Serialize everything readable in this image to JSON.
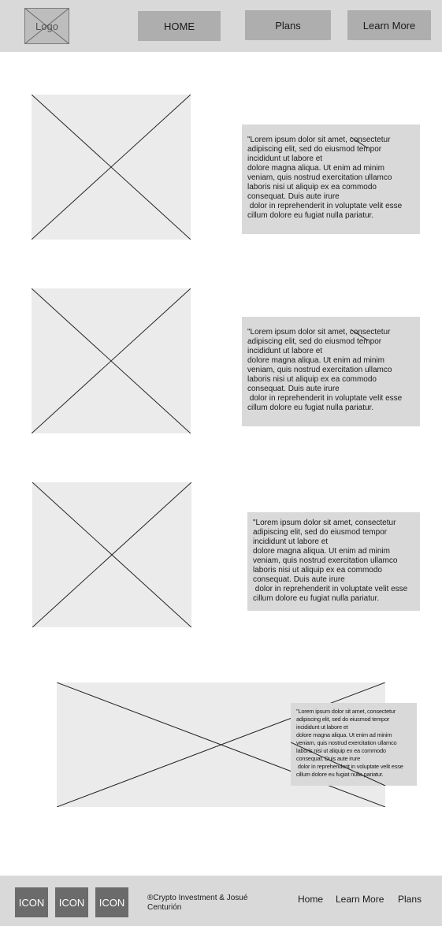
{
  "header": {
    "logo_text": "Logo",
    "nav": {
      "home": "HOME",
      "plans": "Plans",
      "learn_more": "Learn More"
    }
  },
  "sections": [
    {
      "text_lines": [
        "\"Lorem ipsum dolor sit amet, consectetur",
        "adipiscing elit, sed do eiusmod tempor",
        "incididunt ut labore et",
        "dolore magna aliqua. Ut enim ad minim",
        "veniam, quis nostrud exercitation ullamco",
        "laboris nisi ut aliquip ex ea commodo",
        "consequat. Duis aute irure",
        " dolor in reprehenderit in voluptate velit esse",
        "cillum dolore eu fugiat nulla pariatur."
      ]
    },
    {
      "text_lines": [
        "\"Lorem ipsum dolor sit amet, consectetur",
        "adipiscing elit, sed do eiusmod tempor",
        "incididunt ut labore et",
        "dolore magna aliqua. Ut enim ad minim",
        "veniam, quis nostrud exercitation ullamco",
        "laboris nisi ut aliquip ex ea commodo",
        "consequat. Duis aute irure",
        " dolor in reprehenderit in voluptate velit esse",
        "cillum dolore eu fugiat nulla pariatur."
      ]
    },
    {
      "text_lines": [
        "\"Lorem ipsum dolor sit amet, consectetur",
        "adipiscing elit, sed do eiusmod tempor",
        "incididunt ut labore et",
        "dolore magna aliqua. Ut enim ad minim",
        "veniam, quis nostrud exercitation ullamco",
        "laboris nisi ut aliquip ex ea commodo",
        "consequat. Duis aute irure",
        " dolor in reprehenderit in voluptate velit esse",
        "cillum dolore eu fugiat nulla pariatur."
      ]
    },
    {
      "text_lines": [
        "\"Lorem ipsum dolor sit amet, consectetur",
        "adipiscing elit, sed do eiusmod tempor",
        "incididunt ut labore et",
        "dolore magna aliqua. Ut enim ad minim",
        "veniam, quis nostrud exercitation ullamco",
        "laboris nisi ut aliquip ex ea commodo",
        "consequat. Duis aute irure",
        " dolor in reprehenderit in voluptate velit esse",
        "cillum dolore eu fugiat nulla pariatur."
      ]
    }
  ],
  "footer": {
    "icon_labels": [
      "ICON",
      "ICON",
      "ICON"
    ],
    "copyright": "®Crypto Investment & Josué Centurión",
    "links": {
      "home": "Home",
      "learn_more": "Learn More",
      "plans": "Plans"
    }
  }
}
